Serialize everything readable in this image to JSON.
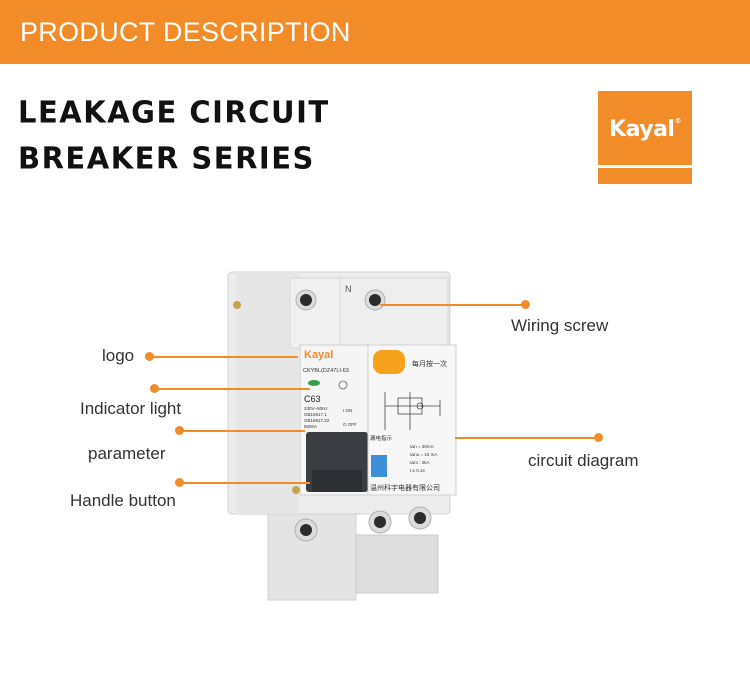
{
  "banner": {
    "title": "PRODUCT DESCRIPTION"
  },
  "heading": {
    "line1": "LEAKAGE CIRCUIT",
    "line2": "BREAKER SERIES"
  },
  "brand": {
    "logo_text": "Kayal",
    "reg_mark": "®"
  },
  "colors": {
    "accent": "#f28c28",
    "device_body": "#e9e9e9",
    "handle": "#3b3d42",
    "test_button": "#f6a21c",
    "indicator": "#3aa04a",
    "leak_indicator": "#3c8fd8"
  },
  "callouts": {
    "logo": "logo",
    "indicator_light": "Indicator light",
    "parameter": "parameter",
    "handle_button": "Handle button",
    "wiring_screw": "Wiring screw",
    "circuit_diagram": "circuit diagram"
  },
  "device": {
    "terminal_label": "N",
    "brand": "Kayal",
    "model": "CKYBL(DZ47LI-63",
    "rating": "C63",
    "specs": [
      "230V~50Hz",
      "GB16917.1",
      "GB16917.22",
      "6000A"
    ],
    "on_label": "I ON",
    "off_label": "O OFF",
    "test_note": "每月按一次",
    "leak_indicator_label": "漏电指示",
    "electrical": [
      "IΔn = 30mA",
      "IΔno = 15 mA",
      "IΔm : 2kA",
      "t ≤ 0.1s"
    ],
    "manufacturer": "温州科宇电器有限公司"
  }
}
